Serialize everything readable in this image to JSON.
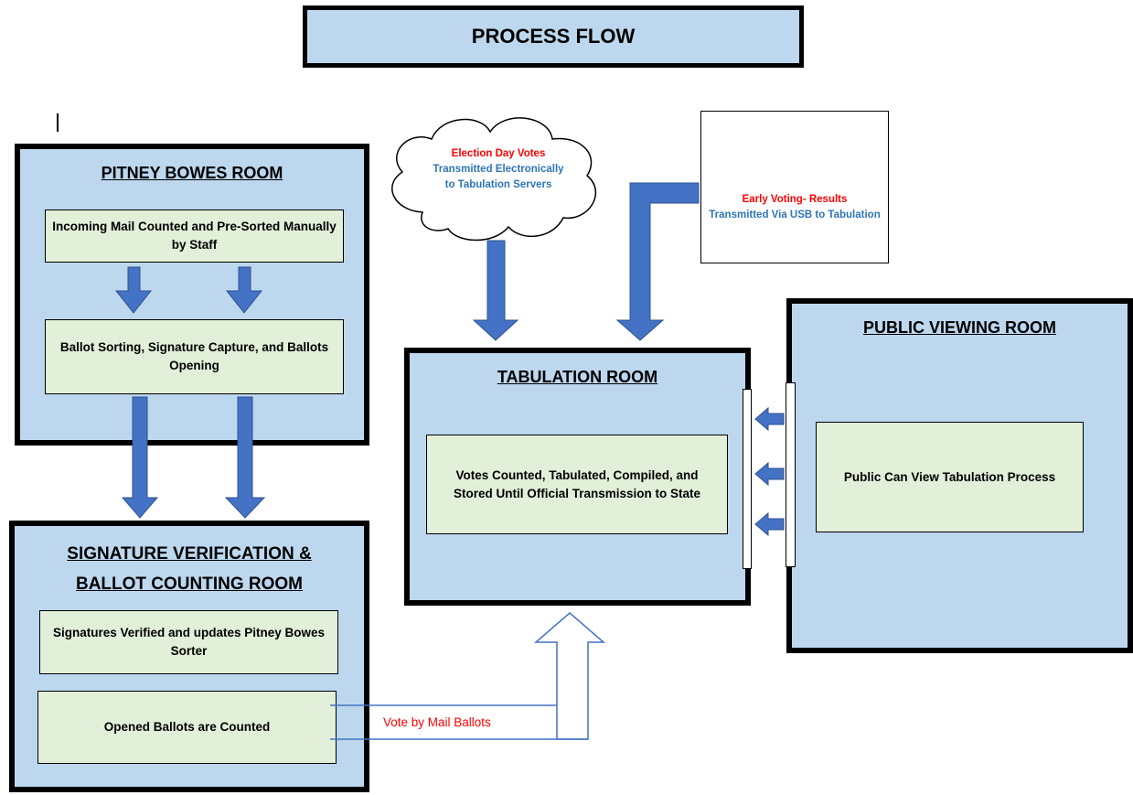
{
  "title": "PROCESS FLOW",
  "pitney_bowes_room": {
    "title": "PITNEY BOWES ROOM",
    "step1": "Incoming Mail Counted and Pre-Sorted Manually by Staff",
    "step2": "Ballot Sorting, Signature Capture, and Ballots Opening"
  },
  "signature_room": {
    "title_line1": "SIGNATURE VERIFICATION &",
    "title_line2": "BALLOT COUNTING ROOM",
    "step1": "Signatures Verified and updates Pitney Bowes Sorter",
    "step2": "Opened Ballots are Counted"
  },
  "tabulation_room": {
    "title": "TABULATION ROOM",
    "step": "Votes Counted, Tabulated, Compiled, and Stored Until Official Transmission to State"
  },
  "public_viewing_room": {
    "title": "PUBLIC VIEWING ROOM",
    "step": "Public Can View Tabulation Process"
  },
  "cloud": {
    "line_red": "Election Day Votes",
    "line_blue": "Transmitted Electronically to Tabulation Servers"
  },
  "usb": {
    "line_red": "Early Voting- Results",
    "line_blue": "Transmitted Via USB to Tabulation"
  },
  "connector_label": "Vote by Mail Ballots",
  "colors": {
    "room_fill": "#bdd7ee",
    "step_fill": "#e2efd9",
    "arrow_fill": "#4472c4",
    "red_text": "#ff0000",
    "blue_text": "#2e75b6"
  }
}
